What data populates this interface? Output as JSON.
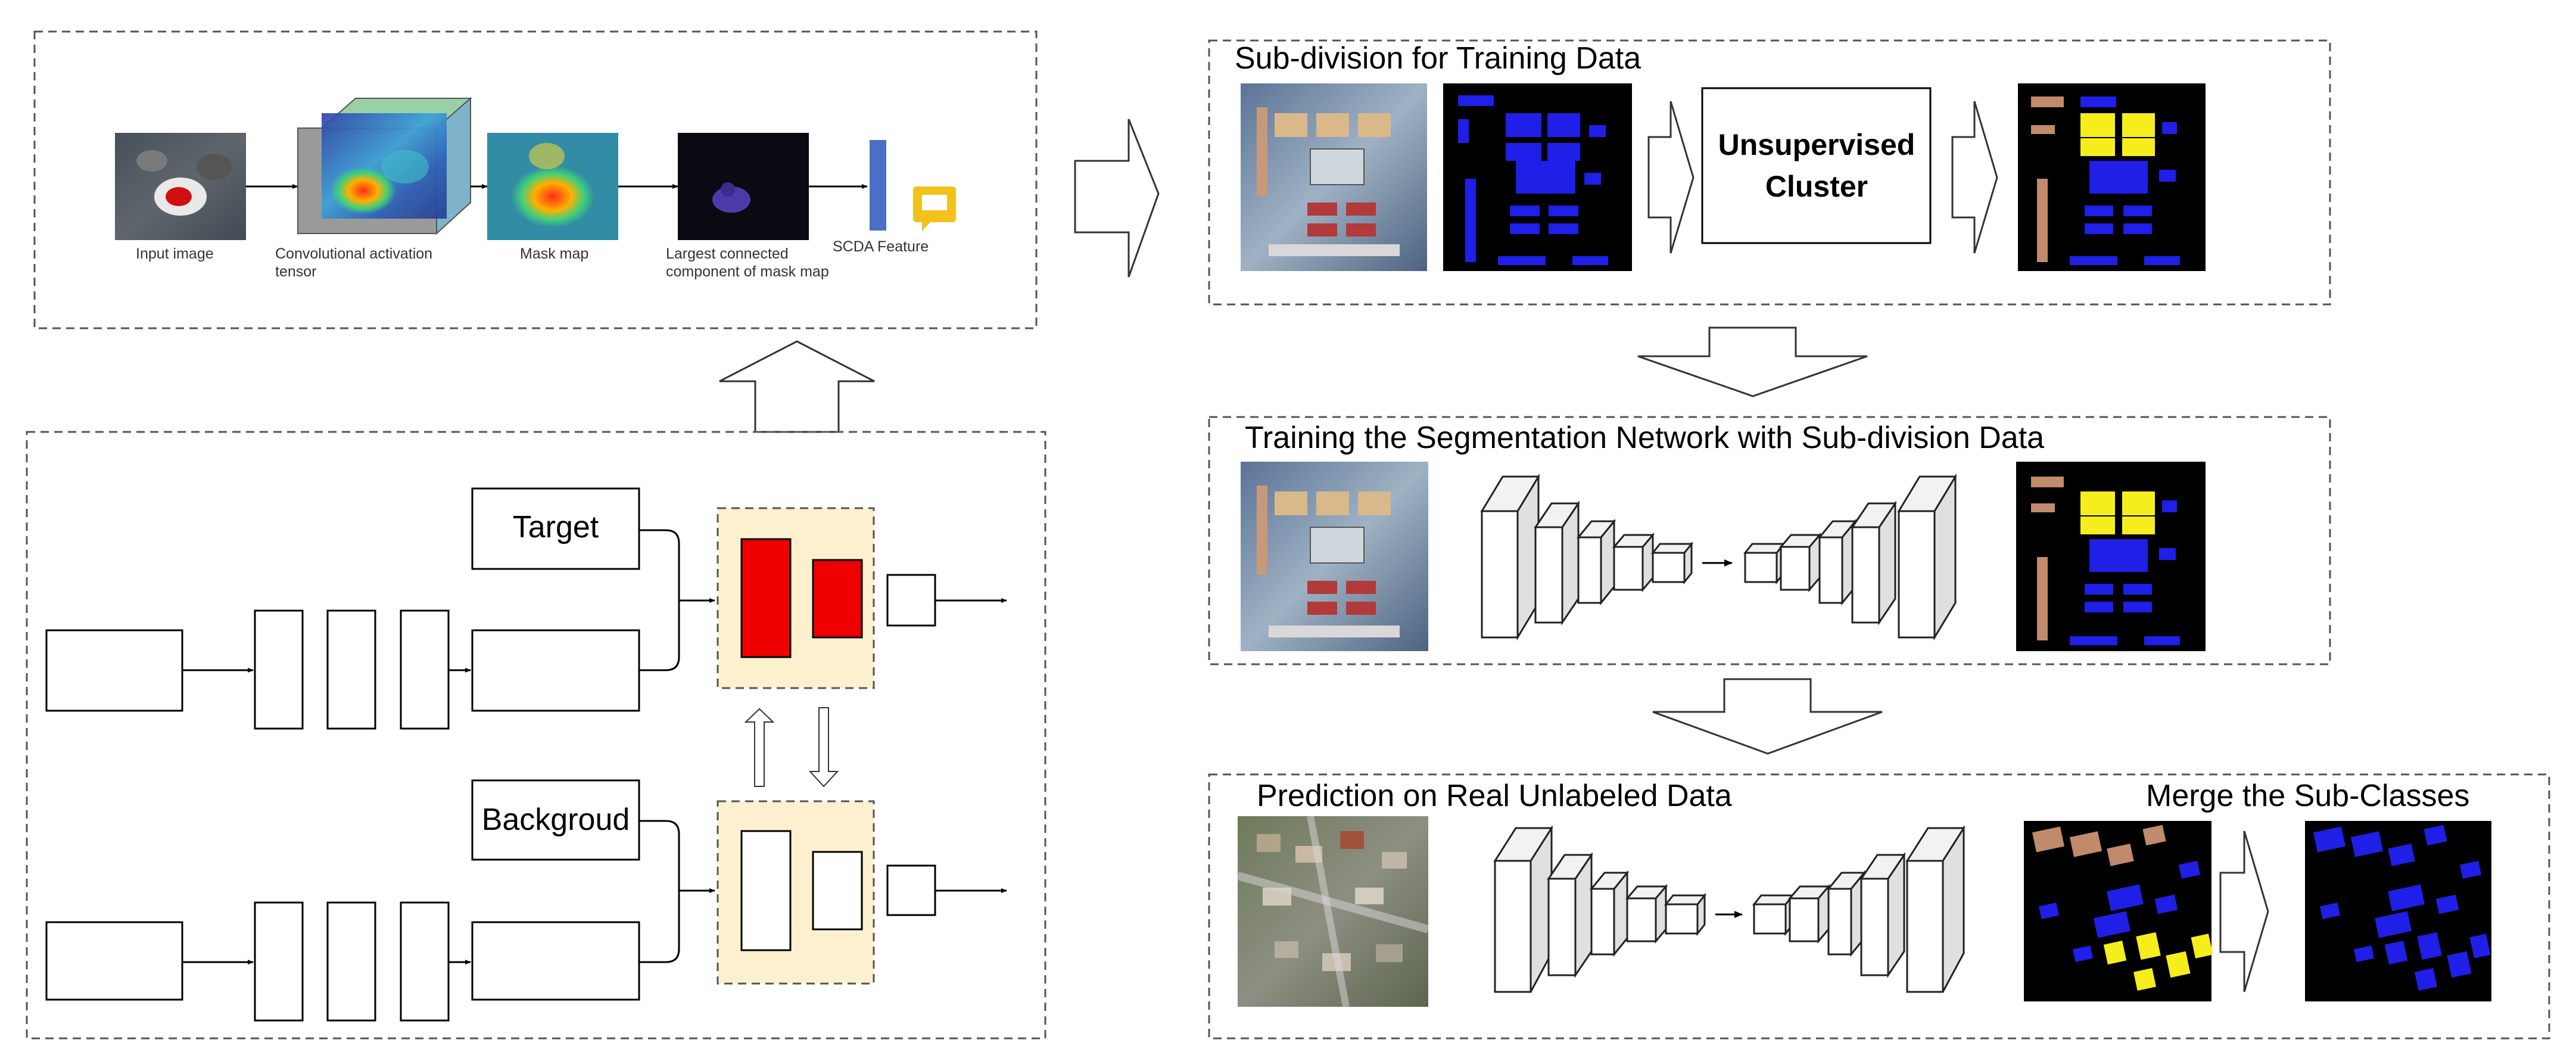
{
  "scda_panel": {
    "input_label": "Input image",
    "activation_label_1": "Convolutional activation",
    "activation_label_2": "tensor",
    "mask_label": "Mask map",
    "connected_label_1": "Largest connected",
    "connected_label_2": "component of mask map",
    "feature_label": "SCDA Feature"
  },
  "left_panel": {
    "target_label": "Target",
    "background_label": "Backgroud"
  },
  "subdivision_panel": {
    "title": "Sub-division for Training Data",
    "cluster_label_1": "Unsupervised",
    "cluster_label_2": "Cluster"
  },
  "training_panel": {
    "title": "Training the Segmentation Network with Sub-division Data"
  },
  "prediction_panel": {
    "title": "Prediction on Real Unlabeled Data",
    "merge_title": "Merge the Sub-Classes"
  },
  "colors": {
    "target_fill": "#ee0000",
    "feature_box_fill": "#fdf0cf",
    "class_blue": "#1f1fe8",
    "class_yellow": "#f5ee1c",
    "class_brown": "#c08a6b",
    "mask_background": "#000000"
  }
}
